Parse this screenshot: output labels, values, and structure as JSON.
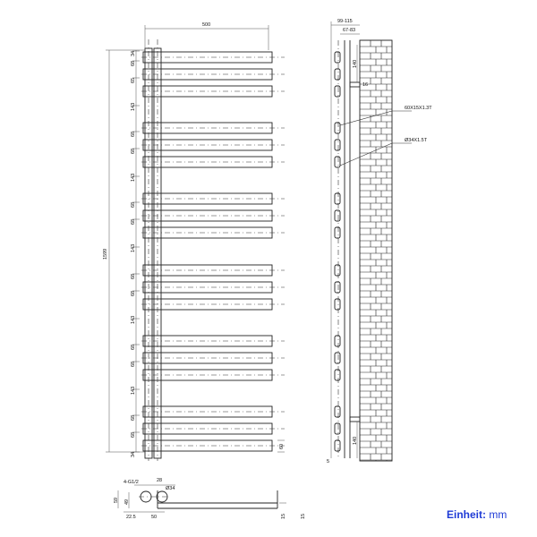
{
  "front_view": {
    "width_label": "500",
    "height_label": "1599",
    "left_spacing_labels": [
      "34",
      "68",
      "65",
      "143",
      "68",
      "68",
      "143",
      "68",
      "68",
      "143",
      "68",
      "68",
      "143",
      "68",
      "68",
      "143",
      "68",
      "68",
      "34"
    ],
    "bottom_right_label": "60"
  },
  "side_view": {
    "depth_outer_label": "99-115",
    "depth_inner_label": "67-83",
    "top_bracket_label": "140",
    "top_offset_label": "16",
    "bottom_bracket_label": "140",
    "bottom_gap_label": "5",
    "panel_profile_label": "60X15X1.3T",
    "tube_profile_label": "Ø34X1.5T"
  },
  "bottom_detail": {
    "thread_label": "4-G1/2",
    "pipe_gap_label": "28",
    "pipe_dia_label": "Ø34",
    "height_outer_label": "59",
    "height_inner_label": "49",
    "offset_left_label": "22.5",
    "center_label": "50",
    "thickness_a_label": "15",
    "thickness_b_label": "15"
  },
  "unit": {
    "label": "Einheit:",
    "value": "mm"
  }
}
